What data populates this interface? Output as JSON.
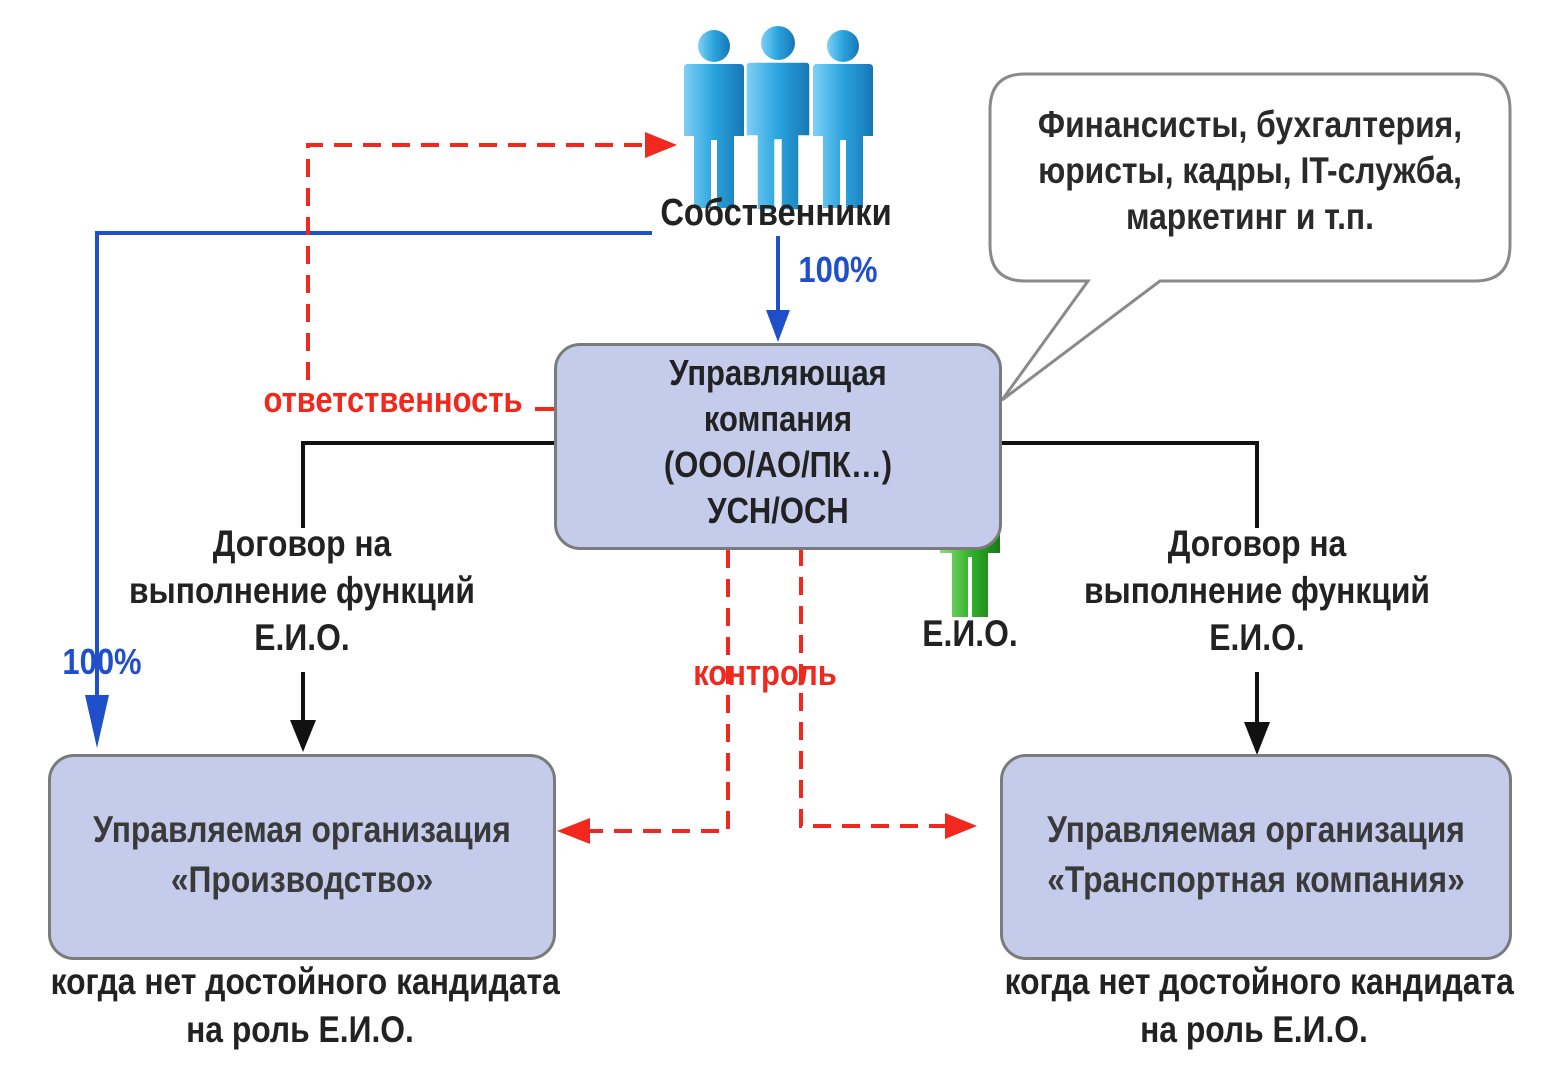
{
  "owners": {
    "label": "Собственники"
  },
  "callout": {
    "lines": [
      "Финансисты, бухгалтерия,",
      "юристы, кадры, IT-служба,",
      "маркетинг и т.п."
    ]
  },
  "management_company": {
    "lines": [
      "Управляющая",
      "компания",
      "(ООО/АО/ПК…)",
      "УСН/ОСН"
    ]
  },
  "ceo": {
    "label": "Е.И.О."
  },
  "edges": {
    "owners_to_mc_percent": "100%",
    "owners_to_production_percent": "100%",
    "responsibility": "ответственность",
    "control": "контроль"
  },
  "contract_left": {
    "lines": [
      "Договор на",
      "выполнение функций",
      "Е.И.О."
    ]
  },
  "contract_right": {
    "lines": [
      "Договор на",
      "выполнение функций",
      "Е.И.О."
    ]
  },
  "org_production": {
    "lines": [
      "Управляемая организация",
      "«Производство»"
    ]
  },
  "org_transport": {
    "lines": [
      "Управляемая организация",
      "«Транспортная компания»"
    ]
  },
  "note_left": {
    "lines": [
      "когда нет достойного кандидата",
      "на роль Е.И.О."
    ]
  },
  "note_right": {
    "lines": [
      "когда нет достойного кандидата",
      "на роль Е.И.О."
    ]
  },
  "colors": {
    "box_fill": "#c5cceb",
    "blue": "#1f4fc9",
    "red": "#f0281e",
    "people_blue": "#2a9ed8",
    "person_green": "#2aa52a"
  }
}
